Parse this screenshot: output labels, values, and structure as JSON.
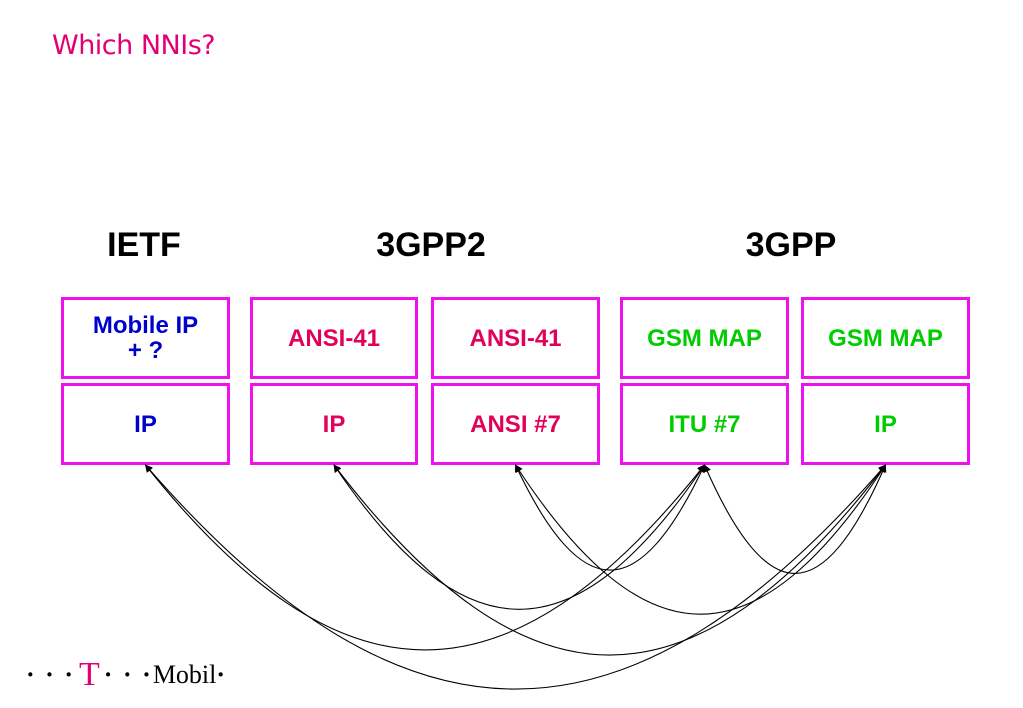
{
  "title": {
    "text": "Which NNIs?"
  },
  "colors": {
    "title": "#e20074",
    "box_border": "#ee11ee",
    "ietf_text": "#0000cc",
    "gpp2_text": "#e2005a",
    "gpp_text": "#00cc00",
    "arrows": "#000000"
  },
  "groups": [
    {
      "label": "IETF"
    },
    {
      "label": "3GPP2"
    },
    {
      "label": "3GPP"
    }
  ],
  "columns": [
    {
      "group": "IETF",
      "top": "Mobile IP\n+ ?",
      "bottom": "IP",
      "color_key": "ietf_text"
    },
    {
      "group": "3GPP2",
      "top": "ANSI-41",
      "bottom": "IP",
      "color_key": "gpp2_text"
    },
    {
      "group": "3GPP2",
      "top": "ANSI-41",
      "bottom": "ANSI #7",
      "color_key": "gpp2_text"
    },
    {
      "group": "3GPP",
      "top": "GSM MAP",
      "bottom": "ITU #7",
      "color_key": "gpp_text"
    },
    {
      "group": "3GPP",
      "top": "GSM MAP",
      "bottom": "IP",
      "color_key": "gpp_text"
    }
  ],
  "connections": [
    {
      "from": 1,
      "to": 4
    },
    {
      "from": 1,
      "to": 5
    },
    {
      "from": 2,
      "to": 4
    },
    {
      "from": 2,
      "to": 5
    },
    {
      "from": 3,
      "to": 4
    },
    {
      "from": 3,
      "to": 5
    },
    {
      "from": 4,
      "to": 5
    }
  ],
  "logo": {
    "dots_left": "· · ·",
    "t_letter": "T",
    "dots_mid": "· · ·",
    "word": "Mobil",
    "dot_end": "·"
  }
}
